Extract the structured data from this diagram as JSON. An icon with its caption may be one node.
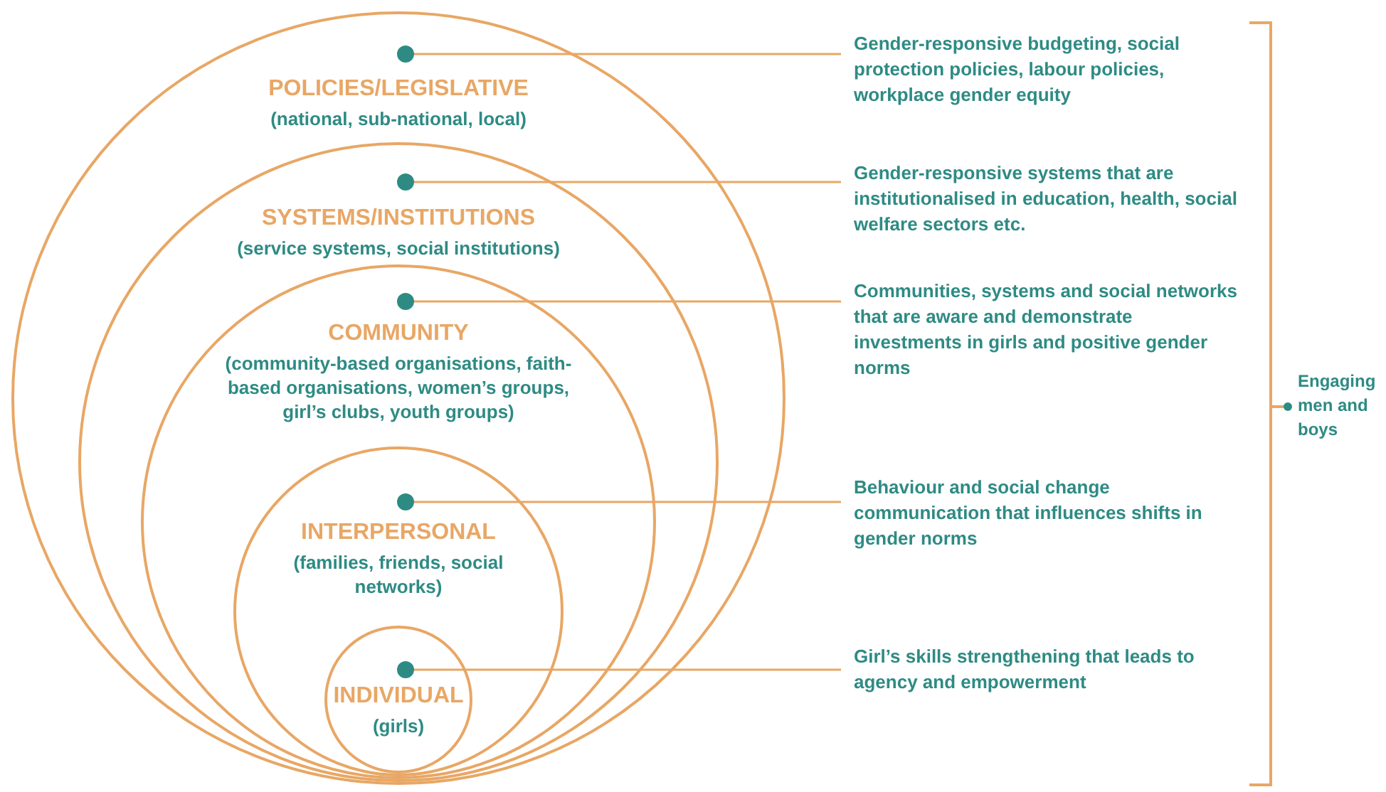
{
  "diagram": {
    "nodes": [
      {
        "text": [
          "POLICIES/LEGISLATIVE",
          "(national, sub-national, local)"
        ]
      },
      {
        "text": [
          "SYSTEMS/INSTITUTIONS",
          "(service systems, social institutions)"
        ],
        "in": 0
      },
      {
        "text": [
          "COMMUNITY",
          "(community-based organisations, faith-based organisations, women’s groups, girl’s clubs, youth groups)"
        ],
        "in": 1
      },
      {
        "text": [
          "INTERPERSONAL",
          "(families, friends, social networks)"
        ],
        "in": 2
      },
      {
        "text": [
          "INDIVIDUAL",
          "(girls)"
        ],
        "in": 3
      },
      {
        "text": [
          "Gender-responsive budgeting, social protection policies, labour policies, workplace gender equity"
        ]
      },
      {
        "text": [
          "Gender-responsive systems that are institutionalised in education, health, social welfare sectors etc."
        ]
      },
      {
        "text": [
          "Communities, systems and social networks that are aware and demonstrate investments in girls and positive gender norms"
        ]
      },
      {
        "text": [
          "Behaviour and social change communication that influences shifts in gender norms"
        ]
      },
      {
        "text": [
          "Girl’s skills strengthening that leads to agency and empowerment"
        ]
      }
    ],
    "edges": [
      {
        "from": 0,
        "to": 5,
        "arrow": "other"
      },
      {
        "from": 1,
        "to": 6,
        "arrow": "other"
      },
      {
        "from": 2,
        "to": 7,
        "arrow": "other"
      },
      {
        "from": 3,
        "to": 8,
        "arrow": "other"
      },
      {
        "from": 4,
        "to": 9,
        "arrow": "other"
      }
    ],
    "labels": [
      "Engaging men and boys"
    ]
  }
}
